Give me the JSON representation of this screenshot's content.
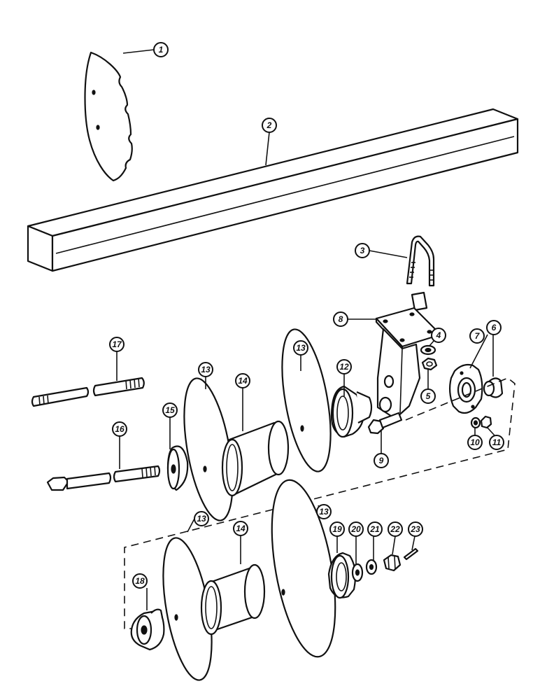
{
  "diagram": {
    "callouts": [
      {
        "id": "c1",
        "label": "1"
      },
      {
        "id": "c2",
        "label": "2"
      },
      {
        "id": "c3",
        "label": "3"
      },
      {
        "id": "c4",
        "label": "4"
      },
      {
        "id": "c5",
        "label": "5"
      },
      {
        "id": "c6",
        "label": "6"
      },
      {
        "id": "c7",
        "label": "7"
      },
      {
        "id": "c8",
        "label": "8"
      },
      {
        "id": "c9",
        "label": "9"
      },
      {
        "id": "c10",
        "label": "10"
      },
      {
        "id": "c11",
        "label": "11"
      },
      {
        "id": "c12",
        "label": "12"
      },
      {
        "id": "c13a",
        "label": "13"
      },
      {
        "id": "c13b",
        "label": "13"
      },
      {
        "id": "c13c",
        "label": "13"
      },
      {
        "id": "c13d",
        "label": "13"
      },
      {
        "id": "c14a",
        "label": "14"
      },
      {
        "id": "c14b",
        "label": "14"
      },
      {
        "id": "c15",
        "label": "15"
      },
      {
        "id": "c16",
        "label": "16"
      },
      {
        "id": "c17",
        "label": "17"
      },
      {
        "id": "c18",
        "label": "18"
      },
      {
        "id": "c19",
        "label": "19"
      },
      {
        "id": "c20",
        "label": "20"
      },
      {
        "id": "c21",
        "label": "21"
      },
      {
        "id": "c22",
        "label": "22"
      },
      {
        "id": "c23",
        "label": "23"
      }
    ]
  }
}
